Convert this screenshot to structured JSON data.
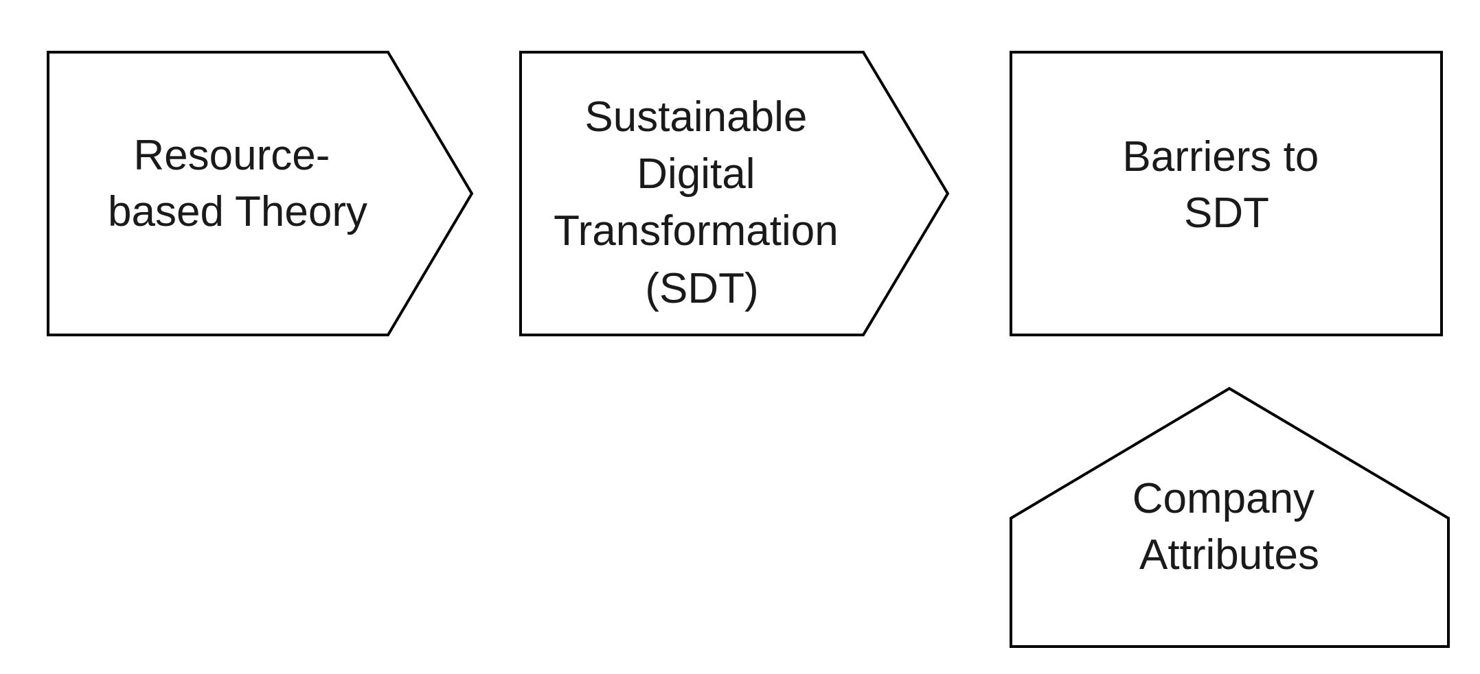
{
  "diagram": {
    "nodes": [
      {
        "id": "resource-based-theory",
        "shape": "pentagon-arrow-right",
        "lines": [
          "Resource-",
          "based Theory"
        ]
      },
      {
        "id": "sdt",
        "shape": "pentagon-arrow-right",
        "lines": [
          "Sustainable",
          "Digital",
          "Transformation",
          "(SDT)"
        ]
      },
      {
        "id": "barriers",
        "shape": "rectangle",
        "lines": [
          "Barriers to",
          "SDT"
        ]
      },
      {
        "id": "company-attributes",
        "shape": "pentagon-arrow-up",
        "lines": [
          "Company",
          "Attributes"
        ]
      }
    ],
    "colors": {
      "stroke": "#000000",
      "fill": "#ffffff",
      "text": "#1a1a1a"
    }
  }
}
